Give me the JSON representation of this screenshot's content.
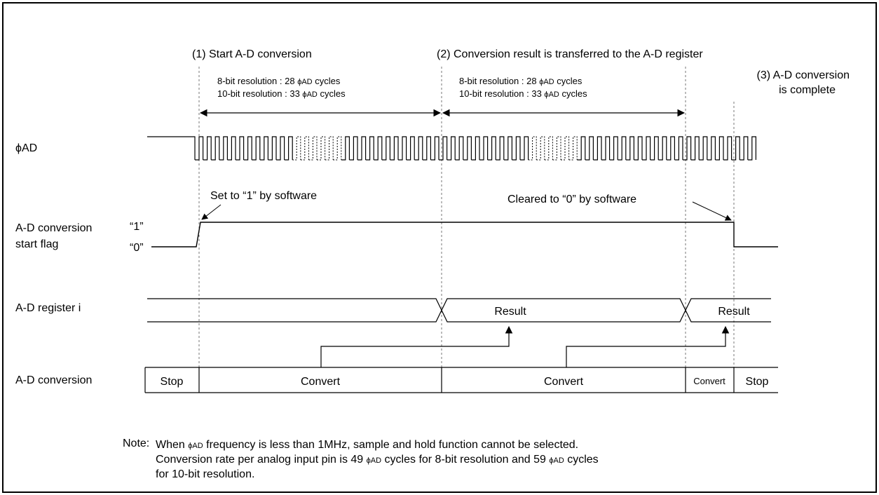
{
  "annotations": {
    "start": "(1) Start A-D conversion",
    "transfer": "(2) Conversion result is transferred to the A-D register",
    "complete_line1": "(3) A-D conversion",
    "complete_line2": "is complete"
  },
  "timing_blocks": [
    {
      "line1_prefix": "8-bit resolution : 28 ",
      "line1_phi": "ϕAD",
      "line1_suffix": " cycles",
      "line2_prefix": "10-bit resolution : 33 ",
      "line2_phi": "ϕAD",
      "line2_suffix": " cycles"
    },
    {
      "line1_prefix": "8-bit resolution : 28 ",
      "line1_phi": "ϕAD",
      "line1_suffix": " cycles",
      "line2_prefix": "10-bit resolution : 33 ",
      "line2_phi": "ϕAD",
      "line2_suffix": " cycles"
    }
  ],
  "signals": {
    "clock": "ϕAD",
    "flag_line1": "A-D conversion",
    "flag_line2": "start flag",
    "flag_high": "“1”",
    "flag_low": "“0”",
    "register": "A-D register i",
    "conversion": "A-D conversion"
  },
  "flag_notes": {
    "set": "Set to “1” by software",
    "cleared": "Cleared to “0” by software"
  },
  "register_values": [
    "Result",
    "Result"
  ],
  "conversion_states": [
    "Stop",
    "Convert",
    "Convert",
    "Convert",
    "Stop"
  ],
  "note": {
    "label": "Note:",
    "l1a": "When ",
    "l1phi": "ϕAD",
    "l1b": " frequency is less than 1MHz, sample and hold function cannot be selected.",
    "l2a": "Conversion rate per analog input pin is 49 ",
    "l2phi1": "ϕAD",
    "l2b": " cycles for 8-bit resolution and 59 ",
    "l2phi2": "ϕAD",
    "l2c": " cycles",
    "l3": "for 10-bit resolution."
  }
}
